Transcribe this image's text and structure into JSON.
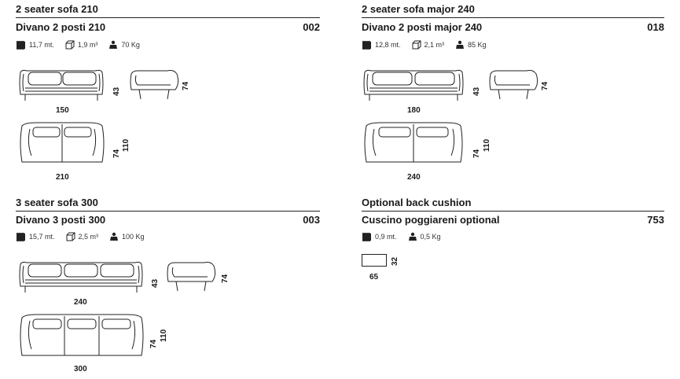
{
  "products": {
    "p002": {
      "title_en": "2 seater sofa 210",
      "title_it": "Divano 2 posti 210",
      "code": "002",
      "fabric": "11,7 mt.",
      "volume": "1,9 m³",
      "weight": "70 Kg",
      "dims": {
        "seat_width": "150",
        "height_seat": "43",
        "height_side": "74",
        "total_width": "210",
        "height_plan": "74",
        "depth": "110"
      }
    },
    "p018": {
      "title_en": "2 seater sofa major 240",
      "title_it": "Divano 2 posti major 240",
      "code": "018",
      "fabric": "12,8 mt.",
      "volume": "2,1 m³",
      "weight": "85 Kg",
      "dims": {
        "seat_width": "180",
        "height_seat": "43",
        "height_side": "74",
        "total_width": "240",
        "height_plan": "74",
        "depth": "110"
      }
    },
    "p003": {
      "title_en": "3 seater sofa 300",
      "title_it": "Divano 3 posti 300",
      "code": "003",
      "fabric": "15,7 mt.",
      "volume": "2,5 m³",
      "weight": "100 Kg",
      "dims": {
        "seat_width": "240",
        "height_seat": "43",
        "height_side": "74",
        "total_width": "300",
        "height_plan": "74",
        "depth": "110"
      }
    },
    "p753": {
      "title_en": "Optional back cushion",
      "title_it": "Cuscino poggiareni optional",
      "code": "753",
      "fabric": "0,9 mt.",
      "weight": "0,5 Kg",
      "dims": {
        "width": "65",
        "height": "32"
      }
    }
  },
  "icons": {
    "fabric": "fabric-swatch-icon",
    "volume": "box-volume-icon",
    "weight": "weight-icon"
  }
}
